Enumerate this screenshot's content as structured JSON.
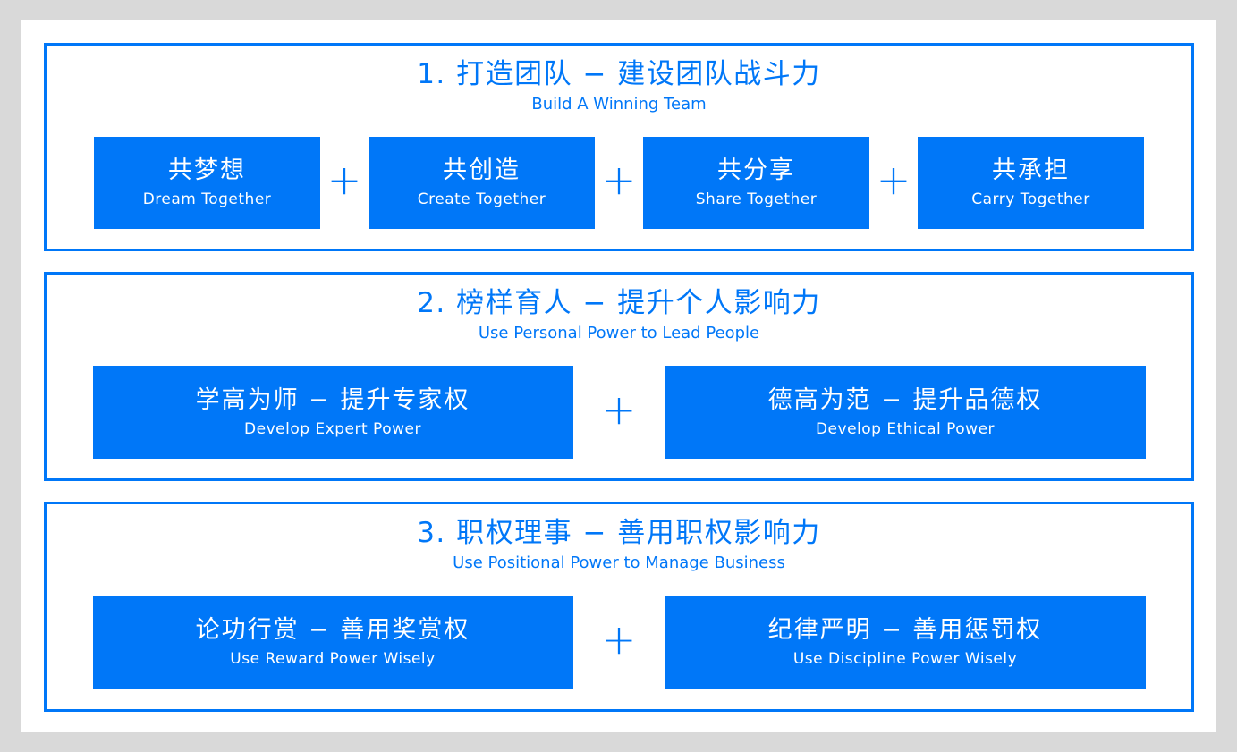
{
  "colors": {
    "accent": "#0077f8",
    "page_background": "#d9d9d9",
    "card_background": "#ffffff",
    "box_text": "#ffffff"
  },
  "plus": "+",
  "sections": [
    {
      "title": "1. 打造团队 − 建设团队战斗力",
      "subtitle": "Build A Winning Team",
      "boxes": [
        {
          "zh": "共梦想",
          "en": "Dream Together"
        },
        {
          "zh": "共创造",
          "en": "Create Together"
        },
        {
          "zh": "共分享",
          "en": "Share Together"
        },
        {
          "zh": "共承担",
          "en": "Carry Together"
        }
      ]
    },
    {
      "title": "2. 榜样育人 − 提升个人影响力",
      "subtitle": "Use Personal Power to Lead People",
      "boxes": [
        {
          "zh": "学高为师 − 提升专家权",
          "en": "Develop Expert Power"
        },
        {
          "zh": "德高为范 − 提升品德权",
          "en": "Develop Ethical Power"
        }
      ]
    },
    {
      "title": "3. 职权理事 − 善用职权影响力",
      "subtitle": "Use Positional Power to Manage Business",
      "boxes": [
        {
          "zh": "论功行赏 − 善用奖赏权",
          "en": "Use Reward Power Wisely"
        },
        {
          "zh": "纪律严明 − 善用惩罚权",
          "en": "Use Discipline Power Wisely"
        }
      ]
    }
  ]
}
